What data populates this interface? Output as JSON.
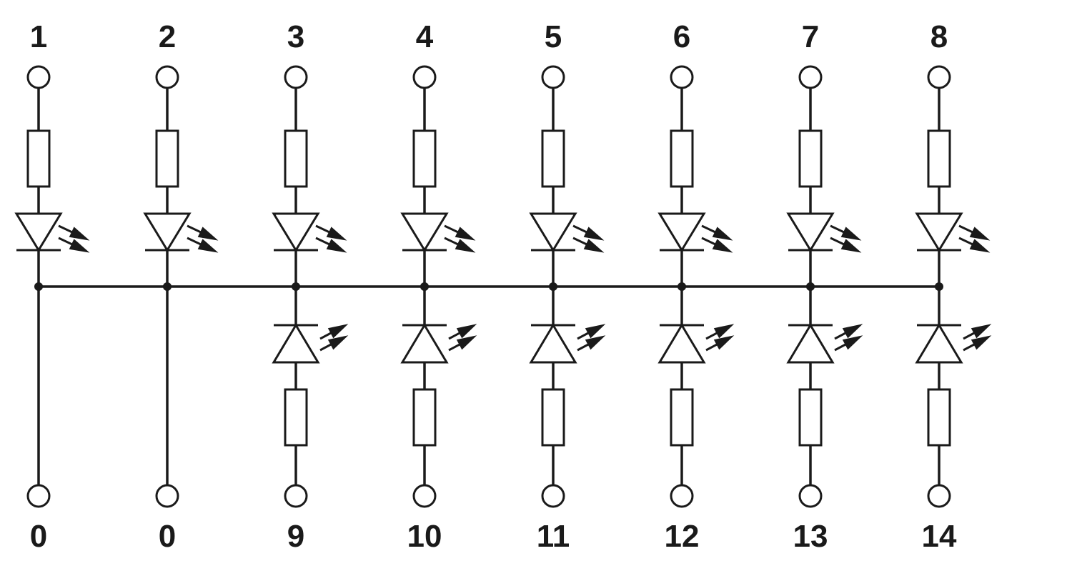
{
  "diagram": {
    "top_labels": [
      "1",
      "2",
      "3",
      "4",
      "5",
      "6",
      "7",
      "8"
    ],
    "bottom_labels": [
      "0",
      "0",
      "9",
      "10",
      "11",
      "12",
      "13",
      "14"
    ],
    "lower_led_branch": [
      false,
      false,
      true,
      true,
      true,
      true,
      true,
      true
    ],
    "colors": {
      "line": "#1a1a1a",
      "background": "#ffffff"
    },
    "symbols": {
      "terminal": "terminal-circle-icon",
      "resistor": "resistor-icon",
      "led": "led-icon",
      "junction": "junction-dot-icon"
    }
  }
}
